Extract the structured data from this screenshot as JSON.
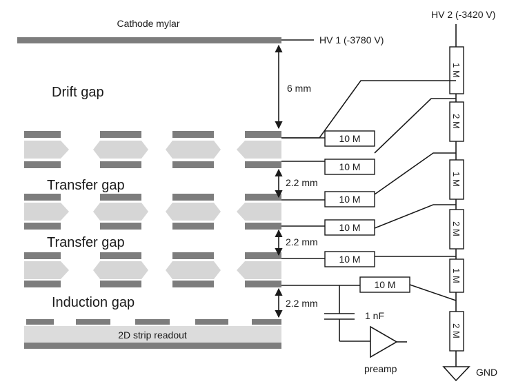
{
  "labels": {
    "cathode": "Cathode mylar",
    "hv1": "HV 1  (-3780 V)",
    "hv2": "HV 2 (-3420 V)",
    "drift_gap": "Drift gap",
    "transfer_gap_1": "Transfer gap",
    "transfer_gap_2": "Transfer gap",
    "induction_gap": "Induction gap",
    "readout": "2D strip readout",
    "drift_dim": "6 mm",
    "transfer_dim_1": "2.2 mm",
    "transfer_dim_2": "2.2 mm",
    "induction_dim": "2.2 mm",
    "capacitor": "1 nF",
    "preamp": "preamp",
    "ground": "GND"
  },
  "resistors": {
    "protection": [
      "10 M",
      "10 M",
      "10 M",
      "10 M",
      "10 M",
      "10 M"
    ],
    "divider": [
      "1 M",
      "2 M",
      "1 M",
      "2 M",
      "1 M",
      "2 M"
    ]
  },
  "colors": {
    "electrode": "#7d7d7d",
    "hole": "#d6d6d6",
    "readout": "#dcdcdc",
    "line": "#1a1a1a"
  }
}
